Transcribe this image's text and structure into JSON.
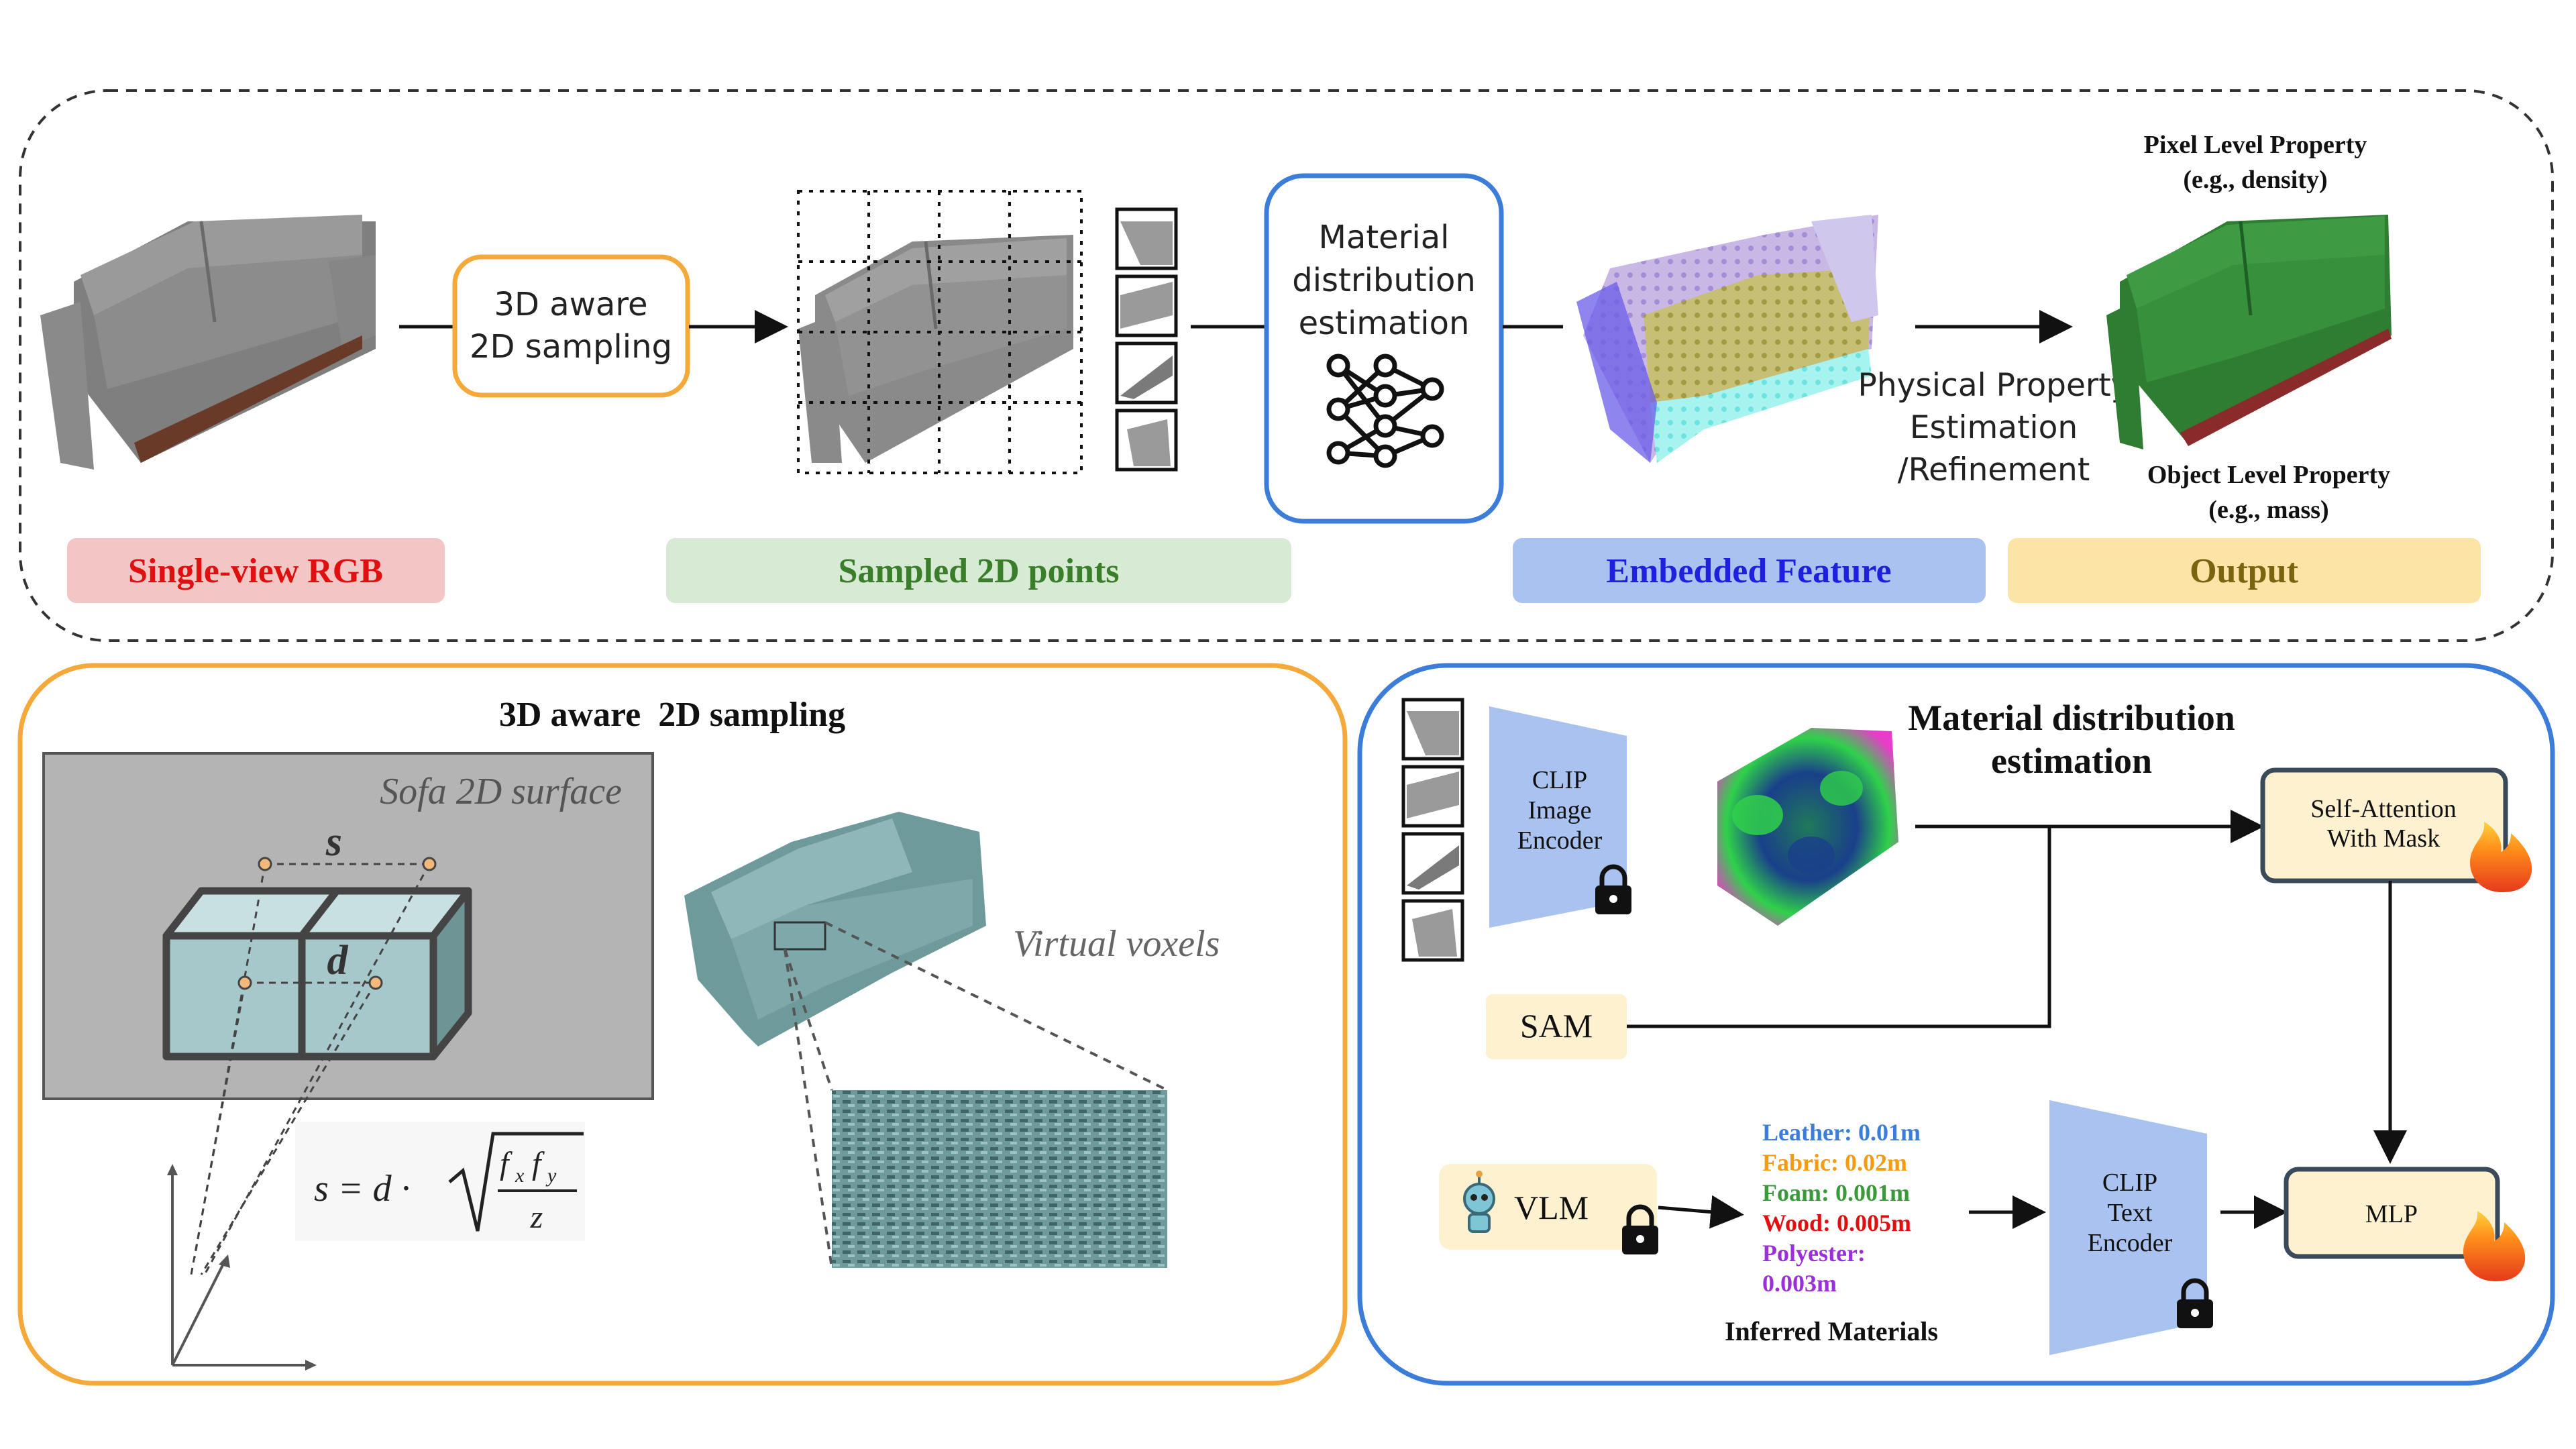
{
  "top_panel": {
    "sampling_box": [
      "3D aware",
      "2D sampling"
    ],
    "mde_box": [
      "Material",
      "distribution",
      "estimation"
    ],
    "physical_property": [
      "Physical Property",
      "Estimation",
      "/Refinement"
    ],
    "pixel_level": [
      "Pixel Level Property",
      "(e.g., density)"
    ],
    "object_level": [
      "Object Level Property",
      "(e.g., mass)"
    ],
    "labels": {
      "single_view": "Single-view RGB",
      "sampled_points": "Sampled 2D points",
      "embedded_feature": "Embedded Feature",
      "output": "Output"
    }
  },
  "sampling_panel": {
    "title": "3D aware  2D sampling",
    "surface_label": "Sofa 2D surface",
    "s_label": "s",
    "d_label": "d",
    "virtual_voxels": "Virtual voxels",
    "formula_lhs": "s = d ·",
    "formula_num": "f",
    "formula_num_x": "x",
    "formula_num_y": "y",
    "formula_den": "z"
  },
  "mde_panel": {
    "title": [
      "Material distribution",
      "estimation"
    ],
    "clip_image": [
      "CLIP",
      "Image",
      "Encoder"
    ],
    "self_attention": [
      "Self-Attention",
      "With Mask"
    ],
    "sam": "SAM",
    "vlm": "VLM",
    "clip_text": [
      "CLIP",
      "Text",
      "Encoder"
    ],
    "mlp": "MLP",
    "materials": [
      {
        "text": "Leather: 0.01m",
        "color": "#3b7dd8"
      },
      {
        "text": "Fabric: 0.02m",
        "color": "#f39c12"
      },
      {
        "text": "Foam: 0.001m",
        "color": "#3a9a3a"
      },
      {
        "text": "Wood: 0.005m",
        "color": "#e01010"
      },
      {
        "text": "Polyester:",
        "color": "#9b30d9"
      },
      {
        "text": "0.003m",
        "color": "#9b30d9"
      }
    ],
    "inferred_materials": "Inferred Materials"
  },
  "colors": {
    "orange": "#f4a93a",
    "blue": "#3b7dd8",
    "clip_blue": "#a9c2ef",
    "cream": "#fdf1cf",
    "red_label_bg": "#f3c6c6",
    "green_label_bg": "#d7ead3",
    "blue_label_bg": "#a9c2ef",
    "yellow_label_bg": "#fbe4a6",
    "red_text": "#e01010",
    "green_text": "#3a7d2a",
    "blue_text": "#1f1fe0",
    "yellow_text": "#7a6410"
  }
}
